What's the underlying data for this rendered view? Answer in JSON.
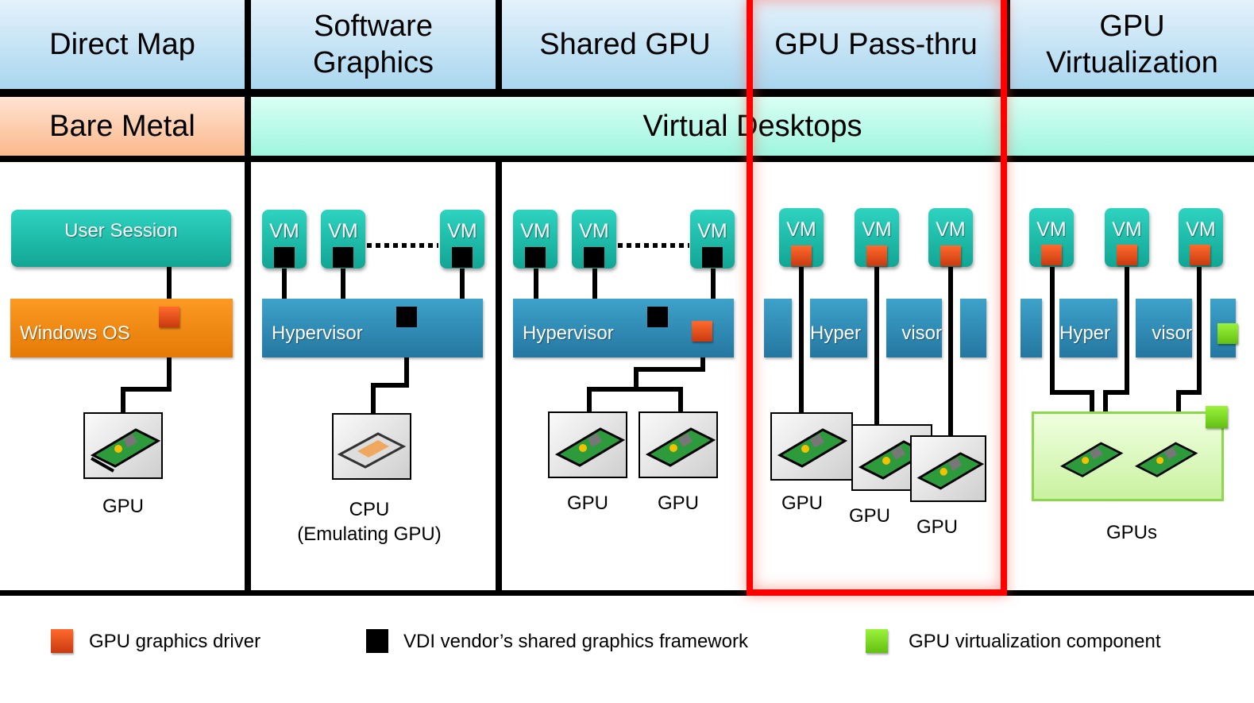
{
  "header": {
    "columns": [
      {
        "label": "Direct Map"
      },
      {
        "label": "Software Graphics",
        "line1": "Software",
        "line2": "Graphics"
      },
      {
        "label": "Shared GPU"
      },
      {
        "label": "GPU Pass-thru"
      },
      {
        "label": "GPU Virtualization",
        "line1": "GPU",
        "line2": "Virtualization"
      }
    ],
    "bare_metal": "Bare Metal",
    "virtual_desktops": "Virtual Desktops"
  },
  "highlight": {
    "column": "GPU Pass-thru",
    "color": "#ff0000"
  },
  "direct_map": {
    "user_session": "User Session",
    "os": "Windows OS",
    "device_label": "GPU"
  },
  "software_graphics": {
    "vm_label": "VM",
    "hypervisor": "Hypervisor",
    "device_label_1": "CPU",
    "device_label_2": "(Emulating GPU)"
  },
  "shared_gpu": {
    "vm_label": "VM",
    "hypervisor": "Hypervisor",
    "device_labels": [
      "GPU",
      "GPU"
    ]
  },
  "pass_thru": {
    "vm_label": "VM",
    "hypervisor_part1": "Hyper",
    "hypervisor_part2": "visor",
    "device_labels": [
      "GPU",
      "GPU",
      "GPU"
    ]
  },
  "gpu_virtualization": {
    "vm_label": "VM",
    "hypervisor_part1": "Hyper",
    "hypervisor_part2": "visor",
    "device_label": "GPUs"
  },
  "legend": [
    {
      "label": "GPU graphics driver",
      "color": "#e0531c"
    },
    {
      "label": "VDI vendor’s shared graphics framework",
      "color": "#000000"
    },
    {
      "label": "GPU virtualization component",
      "color": "#7ed321"
    }
  ],
  "colors": {
    "vm": "#1bbba8",
    "hypervisor": "#2f8cb5",
    "windows_os": "#f28a12",
    "header": "#bfe0f3",
    "bare_metal": "#fdc8a6",
    "virtual_desktops": "#bdfbea"
  }
}
